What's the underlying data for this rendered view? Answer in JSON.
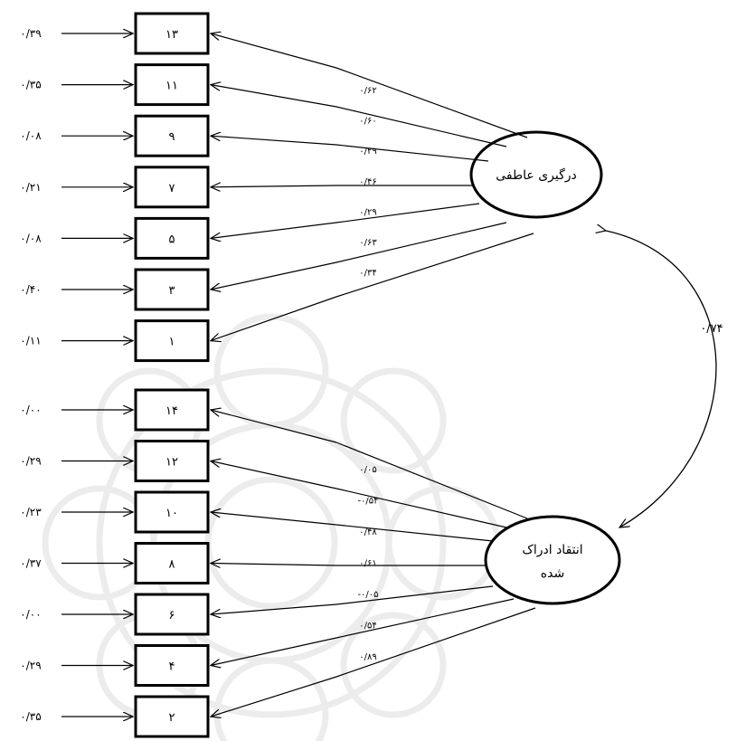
{
  "factors": [
    {
      "key": "f1",
      "label_lines": [
        "درگیری عاطفی"
      ]
    },
    {
      "key": "f2",
      "label_lines": [
        "انتقاد ادراک",
        "شده"
      ]
    }
  ],
  "correlation": "۰/۷۴",
  "items_factor1": [
    {
      "label": "۱۳",
      "error": "۰/۳۹",
      "loading": "۰/۶۲"
    },
    {
      "label": "۱۱",
      "error": "۰/۳۵",
      "loading": "۰/۶۰"
    },
    {
      "label": "۹",
      "error": "۰/۰۸",
      "loading": "۰/۲۹"
    },
    {
      "label": "۷",
      "error": "۰/۲۱",
      "loading": "۰/۴۶"
    },
    {
      "label": "۵",
      "error": "۰/۰۸",
      "loading": "۰/۲۹"
    },
    {
      "label": "۳",
      "error": "۰/۴۰",
      "loading": "۰/۶۳"
    },
    {
      "label": "۱",
      "error": "۰/۱۱",
      "loading": "۰/۳۴"
    }
  ],
  "items_factor2": [
    {
      "label": "۱۴",
      "error": "۰/۰۰",
      "loading": "۰/۰۵"
    },
    {
      "label": "۱۲",
      "error": "۰/۲۹",
      "loading": "-۰/۵۴"
    },
    {
      "label": "۱۰",
      "error": "۰/۲۳",
      "loading": "۰/۴۸"
    },
    {
      "label": "۸",
      "error": "۰/۳۷",
      "loading": "۰/۶۱"
    },
    {
      "label": "۶",
      "error": "۰/۰۰",
      "loading": "-۰/۰۵"
    },
    {
      "label": "۴",
      "error": "۰/۲۹",
      "loading": "۰/۵۴"
    },
    {
      "label": "۲",
      "error": "۰/۳۵",
      "loading": "۰/۸۹"
    }
  ]
}
